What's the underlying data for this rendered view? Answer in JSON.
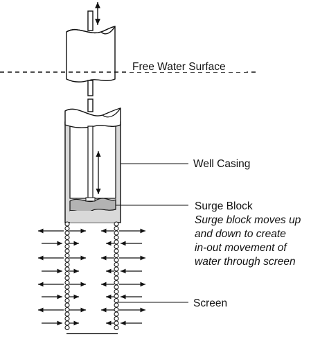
{
  "labels": {
    "free_water_surface": "Free Water Surface",
    "well_casing": "Well Casing",
    "surge_block": "Surge Block",
    "surge_note": [
      "Surge block moves up",
      "and down to create",
      "in-out movement of",
      "water through screen"
    ],
    "screen": "Screen"
  },
  "colors": {
    "ink": "#111111",
    "casing_gray": "#d9d9d9",
    "surge_block_gray": "#b3b3b3"
  }
}
